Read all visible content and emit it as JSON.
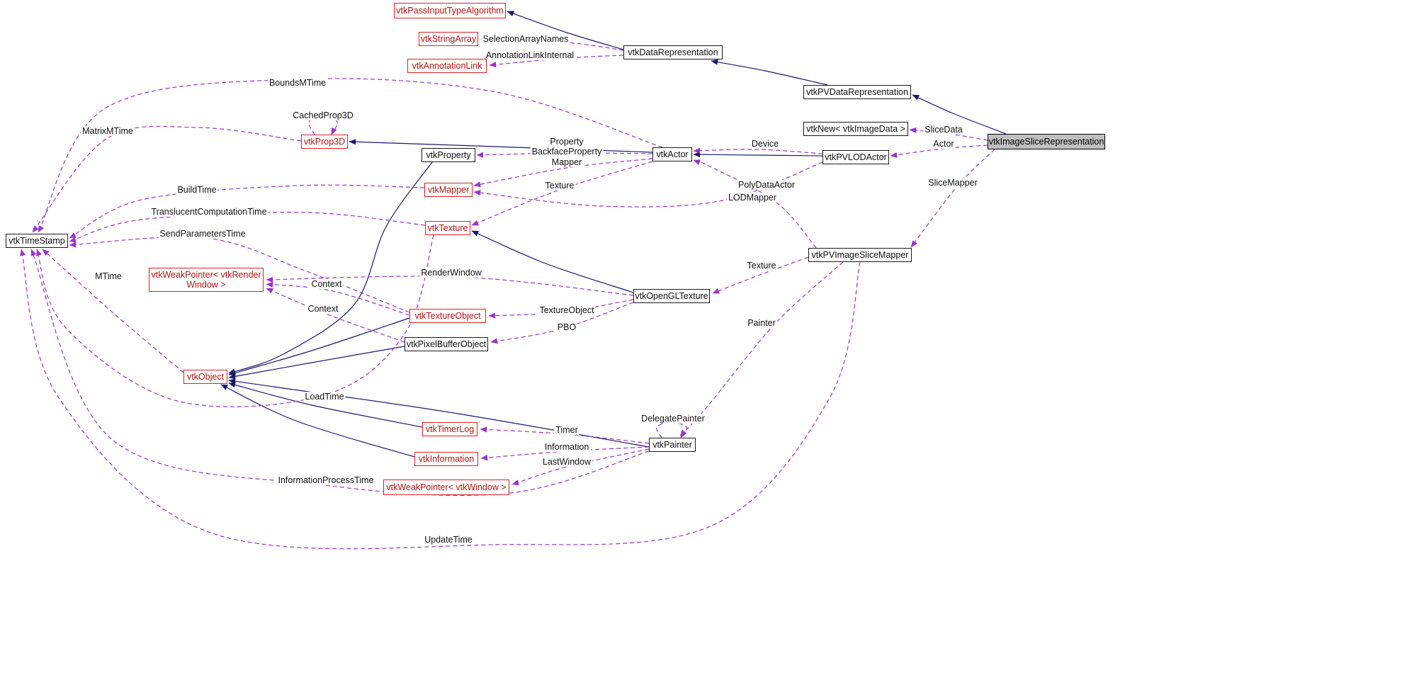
{
  "diagram": {
    "type": "doxygen-collaboration-graph",
    "current_class": "vtkImageSliceRepresentation",
    "nodes": [
      {
        "id": "passInputTypeAlgorithm",
        "label": "vtkPassInputTypeAlgorithm",
        "type": "truncated"
      },
      {
        "id": "stringArray",
        "label": "vtkStringArray",
        "type": "truncated"
      },
      {
        "id": "annotationLink",
        "label": "vtkAnnotationLink",
        "type": "truncated"
      },
      {
        "id": "dataRepresentation",
        "label": "vtkDataRepresentation",
        "type": "normal"
      },
      {
        "id": "pvDataRepresentation",
        "label": "vtkPVDataRepresentation",
        "type": "normal"
      },
      {
        "id": "newImageData",
        "label": "vtkNew< vtkImageData >",
        "type": "normal"
      },
      {
        "id": "imageSliceRepresentation",
        "label": "vtkImageSliceRepresentation",
        "type": "current"
      },
      {
        "id": "prop3D",
        "label": "vtkProp3D",
        "type": "truncated"
      },
      {
        "id": "property",
        "label": "vtkProperty",
        "type": "normal"
      },
      {
        "id": "actor",
        "label": "vtkActor",
        "type": "normal"
      },
      {
        "id": "pvLODActor",
        "label": "vtkPVLODActor",
        "type": "normal"
      },
      {
        "id": "mapper",
        "label": "vtkMapper",
        "type": "truncated"
      },
      {
        "id": "texture",
        "label": "vtkTexture",
        "type": "truncated"
      },
      {
        "id": "timeStamp",
        "label": "vtkTimeStamp",
        "type": "normal"
      },
      {
        "id": "weakPtrRenderWindow",
        "label": "vtkWeakPointer< vtkRender\nWindow >",
        "type": "truncated"
      },
      {
        "id": "pvImageSliceMapper",
        "label": "vtkPVImageSliceMapper",
        "type": "normal"
      },
      {
        "id": "openGLTexture",
        "label": "vtkOpenGLTexture",
        "type": "normal"
      },
      {
        "id": "textureObject",
        "label": "vtkTextureObject",
        "type": "truncated"
      },
      {
        "id": "pixelBufferObject",
        "label": "vtkPixelBufferObject",
        "type": "normal"
      },
      {
        "id": "object",
        "label": "vtkObject",
        "type": "truncated"
      },
      {
        "id": "timerLog",
        "label": "vtkTimerLog",
        "type": "truncated"
      },
      {
        "id": "painter",
        "label": "vtkPainter",
        "type": "normal"
      },
      {
        "id": "information",
        "label": "vtkInformation",
        "type": "truncated"
      },
      {
        "id": "weakPtrWindow",
        "label": "vtkWeakPointer< vtkWindow >",
        "type": "truncated"
      }
    ],
    "edges": [
      {
        "id": "i1",
        "from": "dataRepresentation",
        "to": "passInputTypeAlgorithm",
        "type": "inheritance"
      },
      {
        "id": "i2",
        "from": "pvDataRepresentation",
        "to": "dataRepresentation",
        "type": "inheritance"
      },
      {
        "id": "i3",
        "from": "imageSliceRepresentation",
        "to": "pvDataRepresentation",
        "type": "inheritance"
      },
      {
        "id": "i4",
        "from": "actor",
        "to": "prop3D",
        "type": "inheritance"
      },
      {
        "id": "i5",
        "from": "pvLODActor",
        "to": "actor",
        "type": "inheritance"
      },
      {
        "id": "i6",
        "from": "openGLTexture",
        "to": "texture",
        "type": "inheritance"
      },
      {
        "id": "i7",
        "from": "property",
        "to": "object",
        "type": "inheritance"
      },
      {
        "id": "i8",
        "from": "textureObject",
        "to": "object",
        "type": "inheritance"
      },
      {
        "id": "i9",
        "from": "pixelBufferObject",
        "to": "object",
        "type": "inheritance"
      },
      {
        "id": "i10",
        "from": "painter",
        "to": "object",
        "type": "inheritance"
      },
      {
        "id": "i11",
        "from": "timerLog",
        "to": "object",
        "type": "inheritance"
      },
      {
        "id": "i12",
        "from": "information",
        "to": "object",
        "type": "inheritance"
      },
      {
        "id": "u1",
        "from": "dataRepresentation",
        "to": "stringArray",
        "type": "usage",
        "label": "SelectionArrayNames"
      },
      {
        "id": "u2",
        "from": "dataRepresentation",
        "to": "annotationLink",
        "type": "usage",
        "label": "AnnotationLinkInternal"
      },
      {
        "id": "u3",
        "from": "actor",
        "to": "timeStamp",
        "type": "usage",
        "label": "BoundsMTime"
      },
      {
        "id": "u4",
        "from": "prop3D",
        "to": "prop3D",
        "type": "usage",
        "label": "CachedProp3D"
      },
      {
        "id": "u5",
        "from": "prop3D",
        "to": "timeStamp",
        "type": "usage",
        "label": "MatrixMTime"
      },
      {
        "id": "u6",
        "from": "imageSliceRepresentation",
        "to": "newImageData",
        "type": "usage",
        "label": "SliceData"
      },
      {
        "id": "u7",
        "from": "imageSliceRepresentation",
        "to": "pvLODActor",
        "type": "usage",
        "label": "Actor"
      },
      {
        "id": "u8",
        "from": "pvLODActor",
        "to": "actor",
        "type": "usage",
        "label": "Device"
      },
      {
        "id": "u9",
        "from": "actor",
        "to": "property",
        "type": "usage",
        "label": "Property\nBackfaceProperty"
      },
      {
        "id": "u10",
        "from": "actor",
        "to": "mapper",
        "type": "usage",
        "label": "Mapper"
      },
      {
        "id": "u11",
        "from": "actor",
        "to": "texture",
        "type": "usage",
        "label": "Texture"
      },
      {
        "id": "u12",
        "from": "pvLODActor",
        "to": "mapper",
        "type": "usage",
        "label": "LODMapper"
      },
      {
        "id": "u13",
        "from": "pvImageSliceMapper",
        "to": "actor",
        "type": "usage",
        "label": "PolyDataActor"
      },
      {
        "id": "u14",
        "from": "mapper",
        "to": "timeStamp",
        "type": "usage",
        "label": "BuildTime"
      },
      {
        "id": "u15",
        "from": "texture",
        "to": "timeStamp",
        "type": "usage",
        "label": "TranslucentComputationTime"
      },
      {
        "id": "u16",
        "from": "textureObject",
        "to": "timeStamp",
        "type": "usage",
        "label": "SendParametersTime"
      },
      {
        "id": "u17",
        "from": "imageSliceRepresentation",
        "to": "pvImageSliceMapper",
        "type": "usage",
        "label": "SliceMapper"
      },
      {
        "id": "u18",
        "from": "openGLTexture",
        "to": "weakPtrRenderWindow",
        "type": "usage",
        "label": "RenderWindow"
      },
      {
        "id": "u19",
        "from": "textureObject",
        "to": "weakPtrRenderWindow",
        "type": "usage",
        "label": "Context"
      },
      {
        "id": "u20",
        "from": "pixelBufferObject",
        "to": "weakPtrRenderWindow",
        "type": "usage",
        "label": "Context"
      },
      {
        "id": "u21",
        "from": "pvImageSliceMapper",
        "to": "openGLTexture",
        "type": "usage",
        "label": "Texture"
      },
      {
        "id": "u22",
        "from": "object",
        "to": "timeStamp",
        "type": "usage",
        "label": "MTime"
      },
      {
        "id": "u23",
        "from": "openGLTexture",
        "to": "textureObject",
        "type": "usage",
        "label": "TextureObject"
      },
      {
        "id": "u24",
        "from": "openGLTexture",
        "to": "pixelBufferObject",
        "type": "usage",
        "label": "PBO"
      },
      {
        "id": "u25",
        "from": "pvImageSliceMapper",
        "to": "painter",
        "type": "usage",
        "label": "Painter"
      },
      {
        "id": "u26",
        "from": "texture",
        "to": "timeStamp",
        "type": "usage",
        "label": "LoadTime"
      },
      {
        "id": "u27",
        "from": "painter",
        "to": "painter",
        "type": "usage",
        "label": "DelegatePainter"
      },
      {
        "id": "u28",
        "from": "painter",
        "to": "timerLog",
        "type": "usage",
        "label": "Timer"
      },
      {
        "id": "u29",
        "from": "painter",
        "to": "information",
        "type": "usage",
        "label": "Information"
      },
      {
        "id": "u30",
        "from": "painter",
        "to": "weakPtrWindow",
        "type": "usage",
        "label": "LastWindow"
      },
      {
        "id": "u31",
        "from": "painter",
        "to": "timeStamp",
        "type": "usage",
        "label": "InformationProcessTime"
      },
      {
        "id": "u32",
        "from": "pvImageSliceMapper",
        "to": "timeStamp",
        "type": "usage",
        "label": "UpdateTime"
      }
    ]
  },
  "colors": {
    "background": "#ffffff",
    "inheritance": "#191970",
    "usage": "#9a32cd",
    "node-border": "#1a1a1a",
    "truncated": "#e02020",
    "current-fill": "#bfbfbf"
  }
}
